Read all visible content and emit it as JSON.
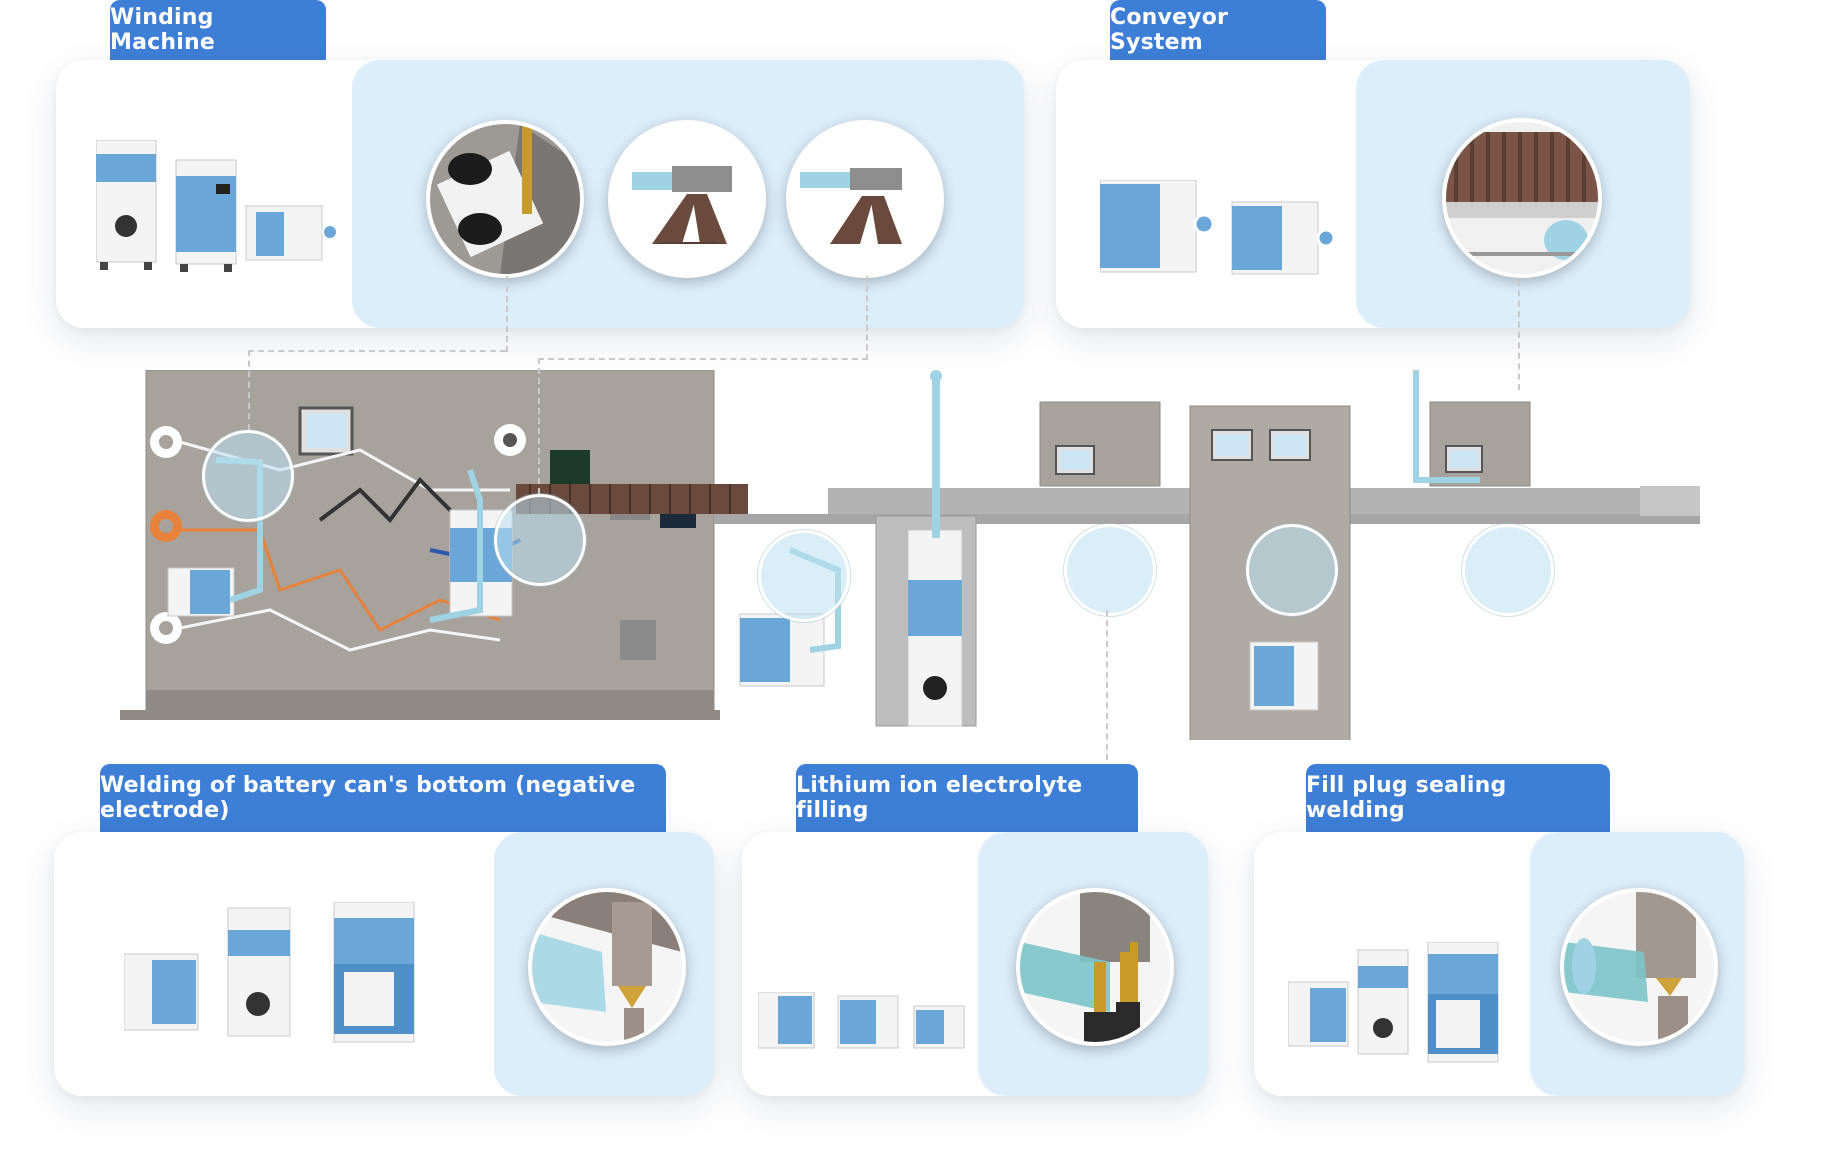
{
  "sections": {
    "winding": {
      "title": "Winding Machine"
    },
    "conveyor": {
      "title": "Conveyor System"
    },
    "welding_bottom": {
      "title": "Welding of battery can's bottom (negative electrode)"
    },
    "electrolyte": {
      "title": "Lithium ion electrolyte filling"
    },
    "fill_plug": {
      "title": "Fill plug sealing welding"
    }
  },
  "colors": {
    "tab": "#3d7fd6",
    "zoom_panel": "#ddeefb",
    "machine_gray": "#a8a29d",
    "collector_blue": "#6aa6d8",
    "duct": "#9fd3e3",
    "battery_cell": "#6b4a3e"
  },
  "icons": [
    "dust-collector-icon",
    "winding-roller-icon",
    "nozzle-icon",
    "conveyor-cells-icon",
    "weld-torch-icon",
    "filling-needle-icon",
    "duct-pipe-icon"
  ]
}
